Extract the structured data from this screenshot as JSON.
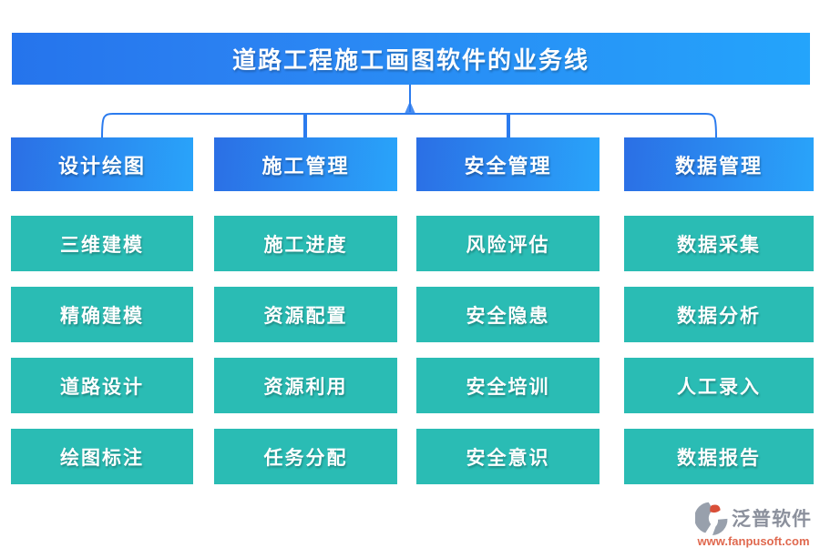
{
  "title": "道路工程施工画图软件的业务线",
  "columns": [
    {
      "header": "设计绘图",
      "items": [
        "三维建模",
        "精确建模",
        "道路设计",
        "绘图标注"
      ]
    },
    {
      "header": "施工管理",
      "items": [
        "施工进度",
        "资源配置",
        "资源利用",
        "任务分配"
      ]
    },
    {
      "header": "安全管理",
      "items": [
        "风险评估",
        "安全隐患",
        "安全培训",
        "安全意识"
      ]
    },
    {
      "header": "数据管理",
      "items": [
        "数据采集",
        "数据分析",
        "人工录入",
        "数据报告"
      ]
    }
  ],
  "logo": {
    "name": "泛普软件",
    "url": "www.fanpusoft.com"
  },
  "colors": {
    "banner_gradient_from": "#2574ec",
    "banner_gradient_to": "#24a4fb",
    "header_gradient_from": "#2b6fe5",
    "header_gradient_to": "#29a4fa",
    "node_teal": "#2abcb4",
    "connector_blue": "#2b7bee",
    "logo_gray": "#98a0ac",
    "logo_red": "#d94f38",
    "logo_url_orange": "#e0694f"
  }
}
